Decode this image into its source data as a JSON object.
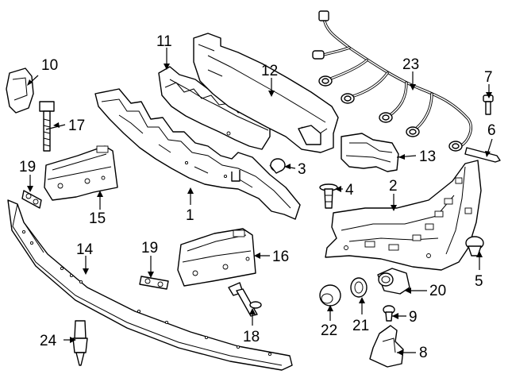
{
  "callouts": [
    {
      "id": "1",
      "label": "1"
    },
    {
      "id": "2",
      "label": "2"
    },
    {
      "id": "3",
      "label": "3"
    },
    {
      "id": "4",
      "label": "4"
    },
    {
      "id": "5",
      "label": "5"
    },
    {
      "id": "6",
      "label": "6"
    },
    {
      "id": "7",
      "label": "7"
    },
    {
      "id": "8",
      "label": "8"
    },
    {
      "id": "9",
      "label": "9"
    },
    {
      "id": "10",
      "label": "10"
    },
    {
      "id": "11",
      "label": "11"
    },
    {
      "id": "12",
      "label": "12"
    },
    {
      "id": "13",
      "label": "13"
    },
    {
      "id": "14",
      "label": "14"
    },
    {
      "id": "15",
      "label": "15"
    },
    {
      "id": "16",
      "label": "16"
    },
    {
      "id": "17",
      "label": "17"
    },
    {
      "id": "18",
      "label": "18"
    },
    {
      "id": "19a",
      "label": "19"
    },
    {
      "id": "19b",
      "label": "19"
    },
    {
      "id": "20",
      "label": "20"
    },
    {
      "id": "21",
      "label": "21"
    },
    {
      "id": "22",
      "label": "22"
    },
    {
      "id": "23",
      "label": "23"
    },
    {
      "id": "24",
      "label": "24"
    }
  ]
}
